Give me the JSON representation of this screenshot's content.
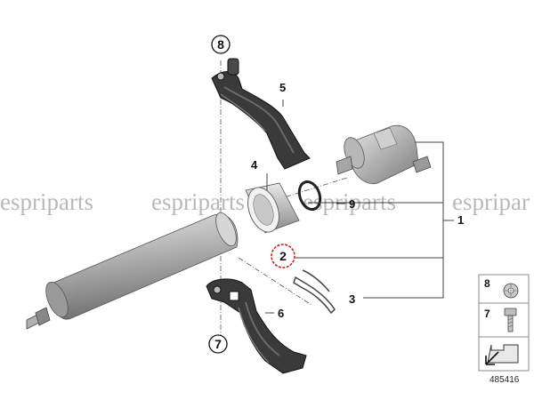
{
  "callouts": {
    "c1": "1",
    "c2": "2",
    "c3": "3",
    "c4": "4",
    "c5": "5",
    "c6": "6",
    "c7": "7",
    "c8": "8",
    "c9": "9"
  },
  "watermark": {
    "w1": "espriparts",
    "w2": "espriparts",
    "w3": "espriparts",
    "w4": "espripar"
  },
  "legend": {
    "item8": "8",
    "item7": "7"
  },
  "diagram_id": "485416",
  "colors": {
    "highlight": "#d01e1e",
    "bracket": "#2e2e2e",
    "filter_body": "#a8a8a8"
  }
}
